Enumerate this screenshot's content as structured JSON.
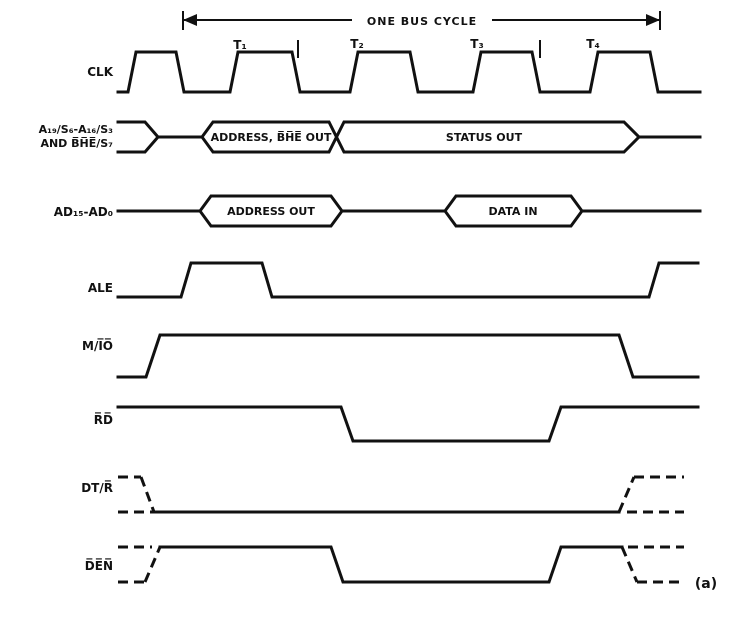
{
  "figure": {
    "caption": "(a)",
    "header": {
      "cycle_label": "ONE BUS CYCLE",
      "t_states": [
        "T₁",
        "T₂",
        "T₃",
        "T₄"
      ]
    },
    "signals": {
      "clk": "CLK",
      "addr_status_line1": "A₁₉/S₆-A₁₆/S₃",
      "addr_status_line2": "AND B̅H̅E̅/S₇",
      "ad_bus": "AD₁₅-AD₀",
      "ale": "ALE",
      "mio": "M/I̅O̅",
      "rd": "R̅D̅",
      "dtr": "DT/R̅",
      "den": "D̅E̅N̅"
    },
    "bus_values": {
      "addr_bhe_out": "ADDRESS, B̅H̅E̅ OUT",
      "status_out": "STATUS OUT",
      "address_out": "ADDRESS OUT",
      "data_in": "DATA IN"
    }
  }
}
